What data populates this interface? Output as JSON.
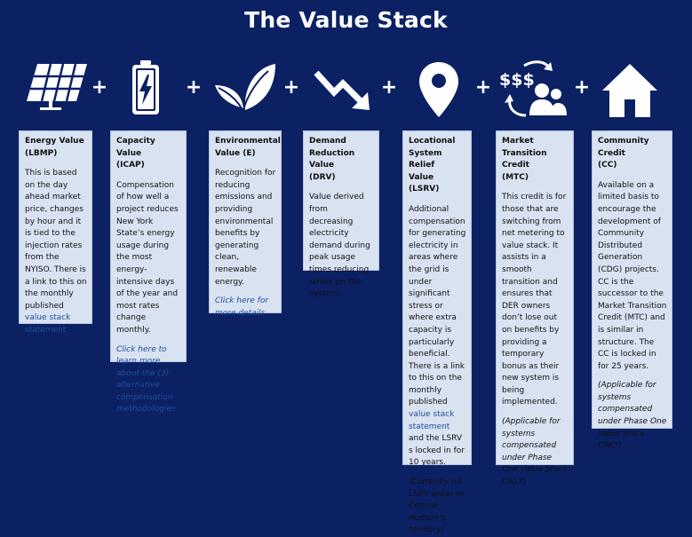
{
  "title": "The Value Stack",
  "cards": [
    {
      "head": [
        "Energy Value",
        "(LBMP)"
      ],
      "body_pre": "This is based on the day ahead market price, changes by hour and it is tied to the injection rates from the NYISO. There is a link to this on the monthly published ",
      "body_link": "value stack statement",
      "body_post": "."
    },
    {
      "head": [
        "Capacity Value",
        "(ICAP)"
      ],
      "body": "Compensation of how well a project reduces New York State’s energy usage during the most energy-intensive days of the year and most rates change monthly.",
      "link_note": "Click here to learn more about the (3) alternative compensation methodologies"
    },
    {
      "head": [
        "Environmental",
        "Value (E)"
      ],
      "body": "Recognition for reducing emissions and providing environmental benefits by generating clean, renewable energy.",
      "link_note": "Click here for more details"
    },
    {
      "head": [
        "Demand",
        "Reduction Value",
        "(DRV)"
      ],
      "body": "Value derived from decreasing electricity demand during peak usage times reducing stress on the system."
    },
    {
      "head": [
        "Locational",
        "System Relief",
        "Value (LSRV)"
      ],
      "body_pre": "Additional compensation for generating electricity in areas where the grid is under significant stress or where extra capacity is particularly beneficial. There is a link to this on the monthly published ",
      "body_link": "value stack statement",
      "body_post": " and the LSRV s locked in for 10 years.",
      "note": "(Currently no LSRV areas in Central Hudson’s territory)"
    },
    {
      "head": [
        "Market",
        "Transition Credit",
        "(MTC)"
      ],
      "body": "This credit is for those that are switching from net metering to value stack. It assists in a smooth transition and ensures that DER owners don’t lose out on benefits by providing a temporary bonus as their new system is being implemented.",
      "note": "(Applicable for systems compensated under Phase One Value Stack ONLY)"
    },
    {
      "head": [
        "Community Credit",
        "(CC)"
      ],
      "body": "Available on a limited basis to encourage the development of Community Distributed Generation (CDG) projects. CC is the successor to the Market Transition Credit (MTC) and is similar in structure. The CC is locked in for 25 years.",
      "note": "(Applicable for systems compensated under Phase One Value Stack ONLY)"
    }
  ],
  "plus_sign": "+",
  "icons": [
    "solar-panel-icon",
    "battery-charging-icon",
    "leaf-icon",
    "downward-trend-arrow-icon",
    "location-pin-icon",
    "money-exchange-people-icon",
    "house-icon"
  ],
  "colors": {
    "background": "#0b2164",
    "card": "#d9e2f1",
    "link": "#1f4e9c",
    "icon": "#ffffff"
  }
}
